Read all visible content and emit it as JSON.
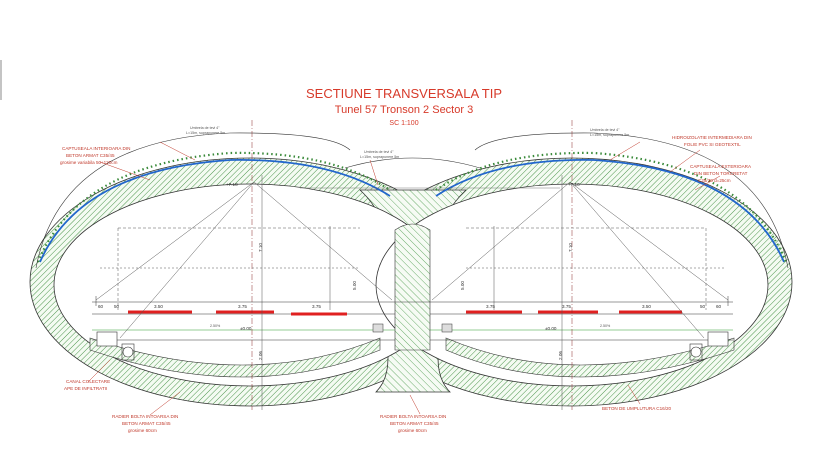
{
  "title": {
    "line1": "SECTIUNE TRANSVERSALA TIP",
    "line2": "Tunel 57 Tronson 2 Sector 3",
    "scale": "SC 1:100"
  },
  "notes": {
    "interior_lining_1": "CAPTUSEALA INTERIOARA DIN",
    "interior_lining_2": "BETON ARMAT C35/45",
    "interior_lining_3": "grosime variabila 50÷120cm",
    "axis_left_1": "Umbrela de tevi 4\"",
    "axis_left_2": "L=15m, suprapunere 5m",
    "axis_center_1": "Umbrela de tevi 4\"",
    "axis_center_2": "L=15m, suprapunere 5m",
    "axis_right_1": "Umbrela de tevi 4\"",
    "axis_right_2": "L=15m, suprapunere 5m",
    "waterproof_1": "HIDROIZOLATIE INTERMEDIARA DIN",
    "waterproof_2": "FOLIE PVC SI GEOTEXTIL",
    "exterior_lining_1": "CAPTUSEALA EXTERIOARA",
    "exterior_lining_2": "DIN BETON TORCRETAT",
    "exterior_lining_3": "C25/30 d=25cm",
    "drain_1": "CANAL COLECTARE",
    "drain_2": "APE DE INFILTRATII",
    "invert_left_1": "RADIER BOLTA INTOARSA DIN",
    "invert_left_2": "BETON ARMAT C35/45",
    "invert_left_3": "grosime 60cm",
    "invert_center_1": "RADIER BOLTA INTOARSA DIN",
    "invert_center_2": "BETON ARMAT C35/45",
    "invert_center_3": "grosime 60cm",
    "fill_concrete": "BETON DE UMPLUTURA C16/20"
  },
  "dimensions": {
    "elev_left": "+7.10",
    "elev_right": "+7.10",
    "zero_left": "±0.00",
    "zero_right": "±0.00",
    "height_left": "7.10",
    "height_right": "7.10",
    "depth_left": "2.06",
    "depth_right": "2.06",
    "mid_left": "5.00",
    "mid_right": "5.00",
    "lane_l1": "3.50",
    "lane_l2": "3.75",
    "lane_l3": "3.75",
    "lane_r1": "3.75",
    "lane_r2": "3.75",
    "lane_r3": "3.50",
    "edge_l1": "60",
    "edge_l2": "50",
    "edge_r1": "50",
    "edge_r2": "60",
    "slope_l": "2.50%",
    "slope_r": "2.50%"
  },
  "colors": {
    "title": "#d73a2a",
    "lining_hatch": "#3a8a3a",
    "waterproof": "#2266cc",
    "lane_marking": "#e02020",
    "dim_line": "#c0392b"
  }
}
